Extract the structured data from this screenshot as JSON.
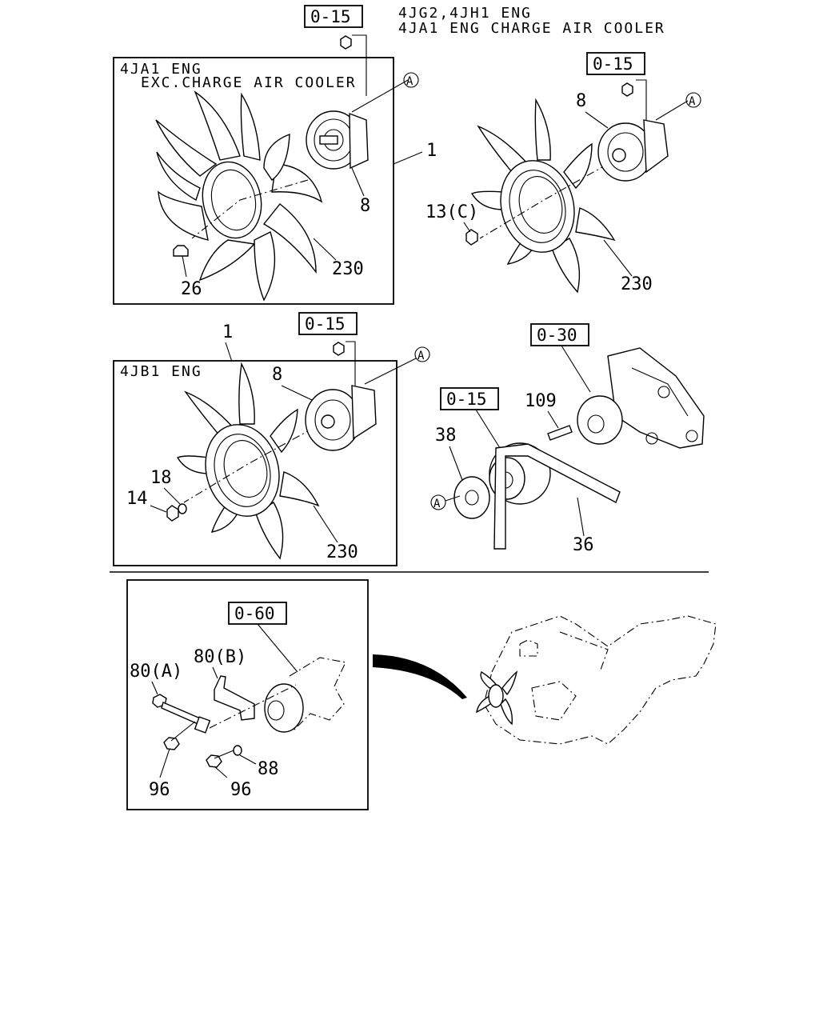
{
  "header": {
    "line1": "4JG2,4JH1 ENG",
    "line2": "4JA1 ENG CHARGE AIR COOLER"
  },
  "panel_4ja1": {
    "title": "4JA1 ENG",
    "subtitle": "EXC.CHARGE AIR COOLER",
    "ref": "0-15",
    "callout": "A",
    "labels": {
      "p1": "1",
      "p8": "8",
      "p26": "26",
      "p230": "230"
    }
  },
  "panel_4jg2": {
    "ref": "0-15",
    "callout": "A",
    "labels": {
      "p8": "8",
      "p13": "13(C)",
      "p230": "230"
    }
  },
  "panel_4jb1": {
    "title": "4JB1 ENG",
    "ref": "0-15",
    "callout": "A",
    "labels": {
      "p1": "1",
      "p8": "8",
      "p18": "18",
      "p14": "14",
      "p230": "230"
    }
  },
  "pump_group": {
    "ref_pump": "0-30",
    "ref_pulley": "0-15",
    "callout": "A",
    "labels": {
      "p109": "109",
      "p38": "38",
      "p36": "36"
    }
  },
  "bracket_group": {
    "ref": "0-60",
    "labels": {
      "p80a": "80(A)",
      "p80b": "80(B)",
      "p96a": "96",
      "p96b": "96",
      "p88": "88"
    }
  }
}
